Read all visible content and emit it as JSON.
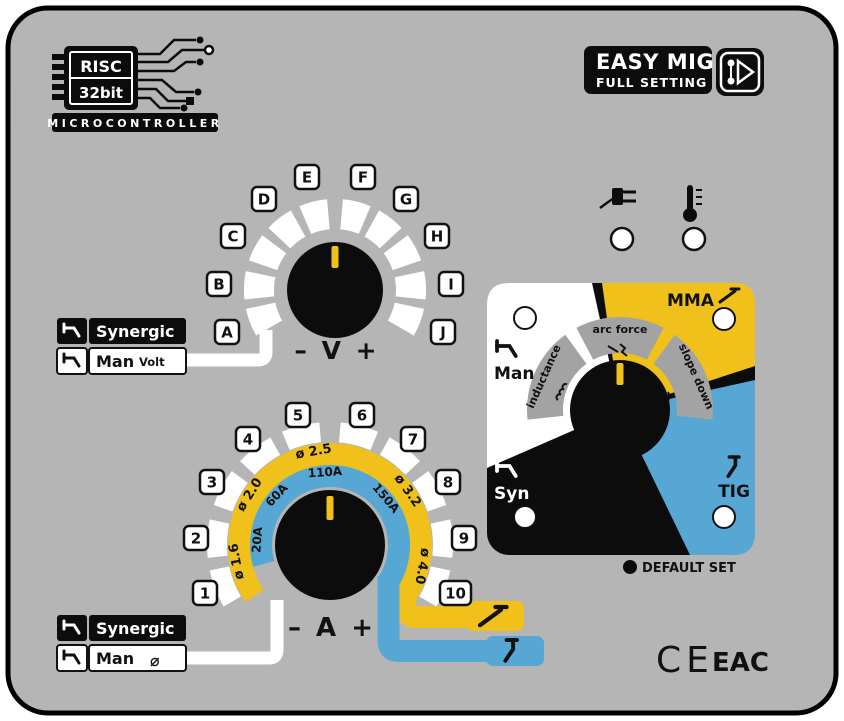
{
  "colors": {
    "panel": "#b5b5b5",
    "yellow": "#f0c11a",
    "blue": "#57a7d4",
    "segment_gray": "#a3a3a3",
    "black": "#0c0c0c",
    "led": "#ffffff"
  },
  "branding": {
    "chip_line1": "RISC",
    "chip_line2": "32bit",
    "chip_caption": "MICROCONTROLLER"
  },
  "badge": {
    "title": "EASY MIG",
    "subtitle": "FULL SETTING"
  },
  "voltage_dial": {
    "caption": "– V +",
    "labels": [
      "A",
      "B",
      "C",
      "D",
      "E",
      "F",
      "G",
      "H",
      "I",
      "J"
    ]
  },
  "voltage_mode": {
    "synergic_label": "Synergic",
    "manual_label": "Man",
    "manual_sub": "Volt"
  },
  "current_dial": {
    "caption": "– A +",
    "labels": [
      "1",
      "2",
      "3",
      "4",
      "5",
      "6",
      "7",
      "8",
      "9",
      "10"
    ],
    "electrode_sizes": [
      "ø 1.6",
      "ø 2.0",
      "ø 2.5",
      "ø 3.2",
      "ø 4.0"
    ],
    "current_values": [
      "20A",
      "60A",
      "110A",
      "150A"
    ]
  },
  "current_mode": {
    "synergic_label": "Synergic",
    "manual_label": "Man",
    "manual_symbol": "⌀"
  },
  "mode_panel": {
    "man": "Man",
    "syn": "Syn",
    "mma": "MMA",
    "tig": "TIG",
    "segments": [
      "inductance",
      "arc force",
      "slope down"
    ],
    "default_set": "DEFAULT SET"
  },
  "marks": {
    "ce": "CE",
    "eac": "EAC"
  }
}
